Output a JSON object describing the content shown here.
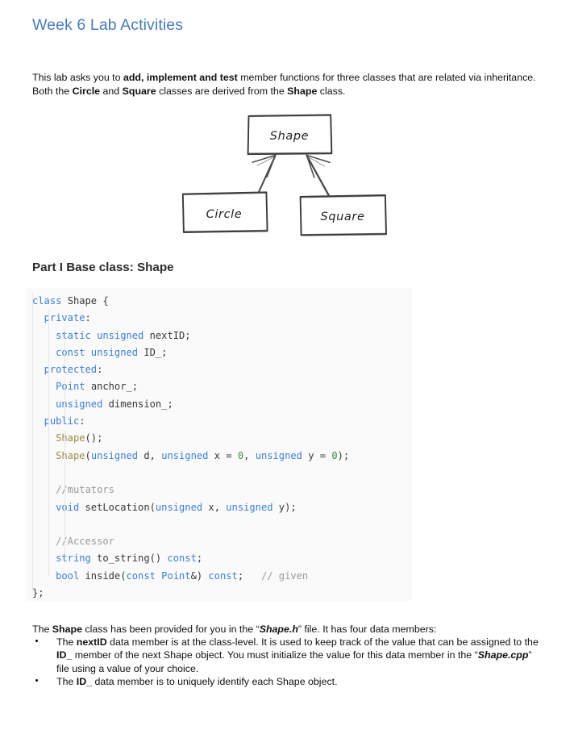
{
  "document": {
    "title": "Week 6 Lab Activities",
    "title_color": "#4a7cb5"
  },
  "intro": {
    "part1": "This lab asks you to ",
    "bold1": "add, implement and test",
    "part2": " member functions for three classes that are related via inheritance. Both the ",
    "bold2": "Circle",
    "part3": " and ",
    "bold3": "Square",
    "part4": " classes are derived from the ",
    "bold4": "Shape",
    "part5": " class."
  },
  "diagram": {
    "style": "hand-drawn-uml-inheritance",
    "base_class": "Shape",
    "derived_classes": [
      "Circle",
      "Square"
    ],
    "nodes": [
      {
        "id": "shape",
        "label": "Shape"
      },
      {
        "id": "circle",
        "label": "Circle"
      },
      {
        "id": "square",
        "label": "Square"
      }
    ],
    "edges": [
      {
        "from": "circle",
        "to": "shape",
        "type": "inheritance-arrow"
      },
      {
        "from": "square",
        "to": "shape",
        "type": "inheritance-arrow"
      }
    ],
    "stroke_color": "#3a3a3a"
  },
  "section": {
    "heading": "Part I Base class: Shape"
  },
  "code": {
    "language": "cpp",
    "background": "#fafafa",
    "lines": [
      [
        {
          "t": "class ",
          "c": "k"
        },
        {
          "t": "Shape ",
          "c": "pl"
        },
        {
          "t": "{",
          "c": "pl"
        }
      ],
      [
        {
          "t": "  ",
          "c": "pl"
        },
        {
          "t": "private",
          "c": "k"
        },
        {
          "t": ":",
          "c": "pl"
        }
      ],
      [
        {
          "t": "    ",
          "c": "pl"
        },
        {
          "t": "static unsigned ",
          "c": "k"
        },
        {
          "t": "nextID;",
          "c": "pl"
        }
      ],
      [
        {
          "t": "    ",
          "c": "pl"
        },
        {
          "t": "const unsigned ",
          "c": "k"
        },
        {
          "t": "ID_;",
          "c": "pl"
        }
      ],
      [
        {
          "t": "  ",
          "c": "pl"
        },
        {
          "t": "protected",
          "c": "k"
        },
        {
          "t": ":",
          "c": "pl"
        }
      ],
      [
        {
          "t": "    ",
          "c": "pl"
        },
        {
          "t": "Point ",
          "c": "k"
        },
        {
          "t": "anchor_;",
          "c": "pl"
        }
      ],
      [
        {
          "t": "    ",
          "c": "pl"
        },
        {
          "t": "unsigned ",
          "c": "k"
        },
        {
          "t": "dimension_;",
          "c": "pl"
        }
      ],
      [
        {
          "t": "  ",
          "c": "pl"
        },
        {
          "t": "public",
          "c": "k"
        },
        {
          "t": ":",
          "c": "pl"
        }
      ],
      [
        {
          "t": "    ",
          "c": "pl"
        },
        {
          "t": "Shape",
          "c": "fn"
        },
        {
          "t": "();",
          "c": "pl"
        }
      ],
      [
        {
          "t": "    ",
          "c": "pl"
        },
        {
          "t": "Shape",
          "c": "fn"
        },
        {
          "t": "(",
          "c": "pl"
        },
        {
          "t": "unsigned",
          "c": "k"
        },
        {
          "t": " d, ",
          "c": "pl"
        },
        {
          "t": "unsigned",
          "c": "k"
        },
        {
          "t": " x = ",
          "c": "pl"
        },
        {
          "t": "0",
          "c": "num"
        },
        {
          "t": ", ",
          "c": "pl"
        },
        {
          "t": "unsigned",
          "c": "k"
        },
        {
          "t": " y = ",
          "c": "pl"
        },
        {
          "t": "0",
          "c": "num"
        },
        {
          "t": ");",
          "c": "pl"
        }
      ],
      [
        {
          "t": "",
          "c": "pl"
        }
      ],
      [
        {
          "t": "    ",
          "c": "pl"
        },
        {
          "t": "//mutators",
          "c": "cm"
        }
      ],
      [
        {
          "t": "    ",
          "c": "pl"
        },
        {
          "t": "void ",
          "c": "k"
        },
        {
          "t": "setLocation",
          "c": "pl"
        },
        {
          "t": "(",
          "c": "pl"
        },
        {
          "t": "unsigned",
          "c": "k"
        },
        {
          "t": " x, ",
          "c": "pl"
        },
        {
          "t": "unsigned",
          "c": "k"
        },
        {
          "t": " y);",
          "c": "pl"
        }
      ],
      [
        {
          "t": "",
          "c": "pl"
        }
      ],
      [
        {
          "t": "    ",
          "c": "pl"
        },
        {
          "t": "//Accessor",
          "c": "cm"
        }
      ],
      [
        {
          "t": "    ",
          "c": "pl"
        },
        {
          "t": "string ",
          "c": "k"
        },
        {
          "t": "to_string() ",
          "c": "pl"
        },
        {
          "t": "const",
          "c": "k"
        },
        {
          "t": ";",
          "c": "pl"
        }
      ],
      [
        {
          "t": "    ",
          "c": "pl"
        },
        {
          "t": "bool ",
          "c": "k"
        },
        {
          "t": "inside(",
          "c": "pl"
        },
        {
          "t": "const Point",
          "c": "k"
        },
        {
          "t": "&) ",
          "c": "pl"
        },
        {
          "t": "const",
          "c": "k"
        },
        {
          "t": ";   ",
          "c": "pl"
        },
        {
          "t": "// given",
          "c": "cm"
        }
      ],
      [
        {
          "t": "};",
          "c": "pl"
        }
      ]
    ]
  },
  "outro": {
    "part1": "The ",
    "bold1": "Shape",
    "part2": " class has been provided for you in the “",
    "bolditalic1": "Shape.h",
    "part3": "” file. It has four data members:"
  },
  "bullets": [
    {
      "segments": [
        {
          "t": "The ",
          "s": "plain"
        },
        {
          "t": "nextID",
          "s": "bold"
        },
        {
          "t": " data member is at the class-level. It is used to keep track of the value that can be assigned to the ",
          "s": "plain"
        },
        {
          "t": "ID_",
          "s": "bold"
        },
        {
          "t": " member of the next Shape object. You must initialize the value for this data member in the “",
          "s": "plain"
        },
        {
          "t": "Shape.cpp",
          "s": "bolditalic"
        },
        {
          "t": "” file using a value of your choice.",
          "s": "plain"
        }
      ]
    },
    {
      "segments": [
        {
          "t": "The ",
          "s": "plain"
        },
        {
          "t": "ID_",
          "s": "bold"
        },
        {
          "t": " data member is to uniquely identify each Shape object.",
          "s": "plain"
        }
      ]
    }
  ]
}
